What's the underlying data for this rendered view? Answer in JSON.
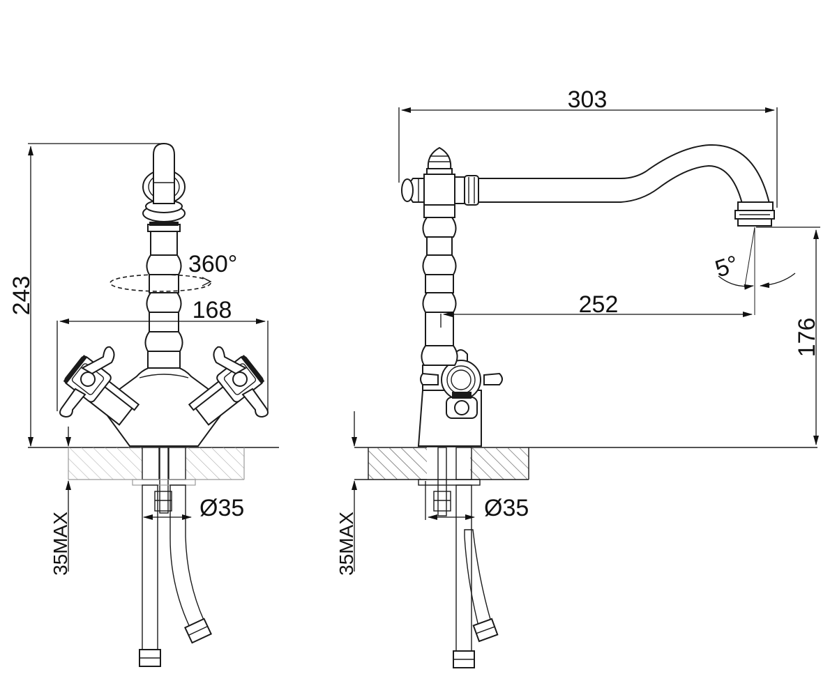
{
  "front_view": {
    "height_label": "243",
    "width_label": "168",
    "rotation_label": "360°",
    "pipe_diameter_label": "Ø35",
    "max_thickness_label": "35MAX"
  },
  "side_view": {
    "reach_label": "303",
    "spout_reach_label": "252",
    "spout_height_label": "176",
    "angle_label": "5°",
    "pipe_diameter_label": "Ø35",
    "max_thickness_label": "35MAX"
  }
}
